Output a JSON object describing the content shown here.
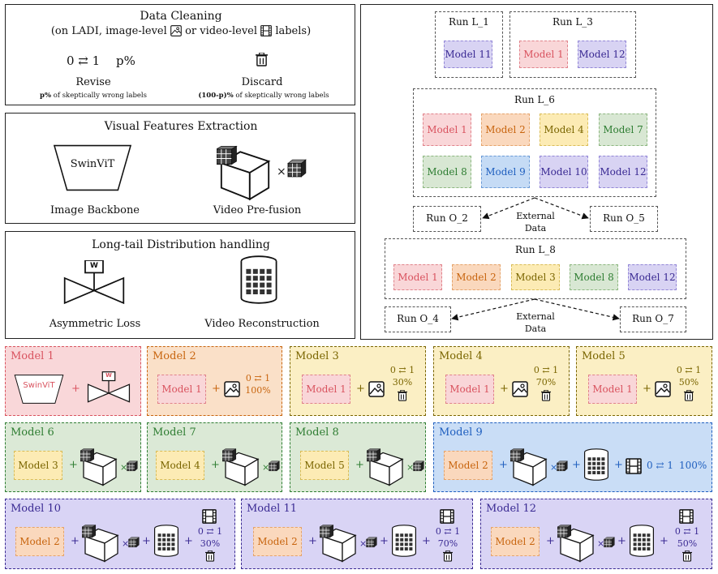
{
  "cleaning": {
    "title": "Data Cleaning",
    "subtitle_pre": "(on LADI, image-level",
    "subtitle_mid": "or video-level",
    "subtitle_post": "labels)",
    "swap_text": "0 ⇄ 1",
    "p_text": "p%",
    "revise": "Revise",
    "discard": "Discard",
    "revise_note_bold": "p%",
    "revise_note": " of skeptically wrong labels",
    "discard_note_bold": "(100-p)%",
    "discard_note": " of skeptically wrong labels"
  },
  "visual": {
    "title": "Visual Features Extraction",
    "swin": "SwinViT",
    "image_backbone": "Image Backbone",
    "video_prefusion": "Video Pre-fusion"
  },
  "longtail": {
    "title": "Long-tail Distribution handling",
    "valve_letter": "W",
    "asym": "Asymmetric Loss",
    "video_recon": "Video Reconstruction"
  },
  "runs": {
    "l1": {
      "label": "Run L_1",
      "models": [
        {
          "name": "Model 11",
          "color": "purple"
        }
      ]
    },
    "l3": {
      "label": "Run L_3",
      "models": [
        {
          "name": "Model 1",
          "color": "red"
        },
        {
          "name": "Model 12",
          "color": "purple"
        }
      ]
    },
    "l6": {
      "label": "Run L_6",
      "models": [
        {
          "name": "Model 1",
          "color": "red"
        },
        {
          "name": "Model 2",
          "color": "orange"
        },
        {
          "name": "Model 4",
          "color": "yellow"
        },
        {
          "name": "Model 7",
          "color": "green"
        },
        {
          "name": "Model 8",
          "color": "green"
        },
        {
          "name": "Model 9",
          "color": "blue"
        },
        {
          "name": "Model 10",
          "color": "purple"
        },
        {
          "name": "Model 12",
          "color": "purple"
        }
      ]
    },
    "o2": "Run O_2",
    "o5": "Run O_5",
    "ext1a": "External",
    "ext1b": "Data",
    "l8": {
      "label": "Run L_8",
      "models": [
        {
          "name": "Model 1",
          "color": "red"
        },
        {
          "name": "Model 2",
          "color": "orange"
        },
        {
          "name": "Model 3",
          "color": "yellow"
        },
        {
          "name": "Model 8",
          "color": "green"
        },
        {
          "name": "Model 12",
          "color": "purple"
        }
      ]
    },
    "o4": "Run O_4",
    "o7": "Run O_7",
    "ext2a": "External",
    "ext2b": "Data"
  },
  "models": {
    "m1": {
      "title": "Model 1",
      "swin": "SwinViT",
      "plus": "+",
      "w": "W"
    },
    "m2": {
      "title": "Model 2",
      "inner": "Model 1",
      "swap": "0 ⇄ 1",
      "pct": "100%"
    },
    "m3": {
      "title": "Model 3",
      "inner": "Model 1",
      "swap": "0 ⇄ 1",
      "pct": "30%"
    },
    "m4": {
      "title": "Model 4",
      "inner": "Model 1",
      "swap": "0 ⇄ 1",
      "pct": "70%"
    },
    "m5": {
      "title": "Model 5",
      "inner": "Model 1",
      "swap": "0 ⇄ 1",
      "pct": "50%"
    },
    "m6": {
      "title": "Model 6",
      "inner": "Model 3"
    },
    "m7": {
      "title": "Model 7",
      "inner": "Model 4"
    },
    "m8": {
      "title": "Model 8",
      "inner": "Model 5"
    },
    "m9": {
      "title": "Model  9",
      "inner": "Model 2",
      "swap": "0 ⇄ 1",
      "pct": "100%"
    },
    "m10": {
      "title": "Model 10",
      "inner": "Model 2",
      "swap": "0 ⇄ 1",
      "pct": "30%"
    },
    "m11": {
      "title": "Model 11",
      "inner": "Model 2",
      "swap": "0 ⇄ 1",
      "pct": "70%"
    },
    "m12": {
      "title": "Model 12",
      "inner": "Model 2",
      "swap": "0 ⇄ 1",
      "pct": "50%"
    }
  },
  "colors": {
    "red": "#f9d6d8",
    "orange": "#fad8bd",
    "yellow": "#fcebb4",
    "green": "#d8e7d3",
    "blue": "#c5dbf5",
    "purple": "#d8d3f3"
  }
}
